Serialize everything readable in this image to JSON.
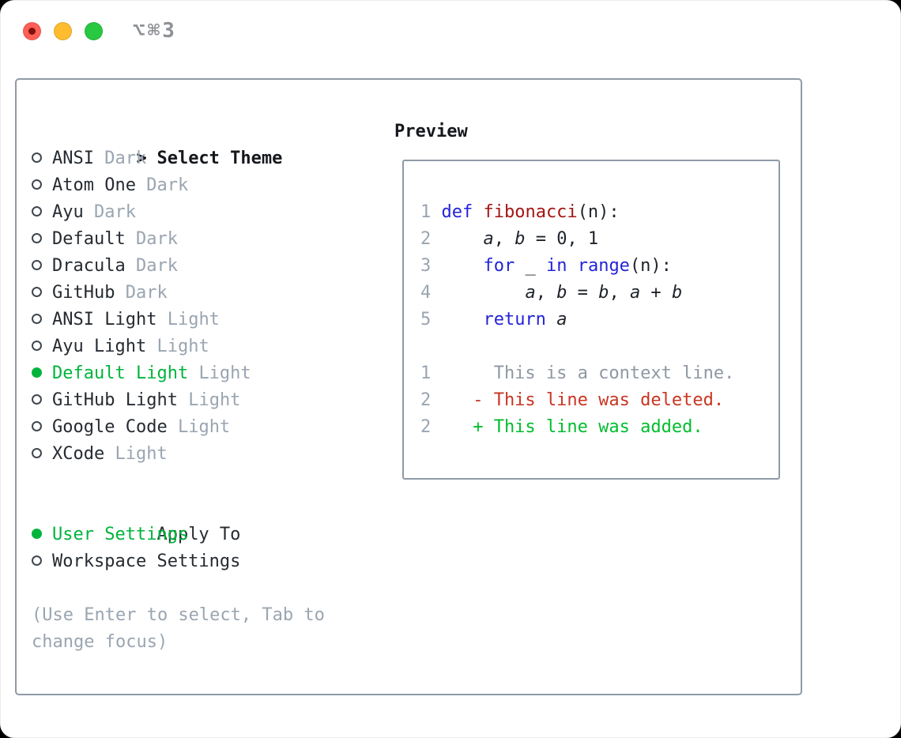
{
  "titlebar": {
    "title": "⌥⌘3",
    "buttons": [
      "close",
      "minimize",
      "zoom"
    ]
  },
  "colors": {
    "accent-green": "#00b43c",
    "diff-added-green": "#02bd2f",
    "diff-deleted-red": "#c93522",
    "context-gray": "#8f98a3",
    "keyword-blue": "#2323d9",
    "function-red": "#a31515",
    "muted-gray": "#9aa5b1",
    "text-dark": "#262b31",
    "panel-border": "#8f9aa7",
    "traffic-red": "#ff5f57",
    "traffic-yellow": "#febc2e",
    "traffic-green": "#28c840"
  },
  "theme_menu": {
    "header_marker": ">",
    "header": "Select Theme",
    "items": [
      {
        "name": "ANSI",
        "variant": "Dark",
        "selected": false
      },
      {
        "name": "Atom One",
        "variant": "Dark",
        "selected": false
      },
      {
        "name": "Ayu",
        "variant": "Dark",
        "selected": false
      },
      {
        "name": "Default",
        "variant": "Dark",
        "selected": false
      },
      {
        "name": "Dracula",
        "variant": "Dark",
        "selected": false
      },
      {
        "name": "GitHub",
        "variant": "Dark",
        "selected": false
      },
      {
        "name": "ANSI Light",
        "variant": "Light",
        "selected": false
      },
      {
        "name": "Ayu Light",
        "variant": "Light",
        "selected": false
      },
      {
        "name": "Default Light",
        "variant": "Light",
        "selected": true
      },
      {
        "name": "GitHub Light",
        "variant": "Light",
        "selected": false
      },
      {
        "name": "Google Code",
        "variant": "Light",
        "selected": false
      },
      {
        "name": "XCode",
        "variant": "Light",
        "selected": false
      }
    ],
    "apply_to": {
      "header": "Apply To",
      "options": [
        {
          "label": "User Settings",
          "selected": true
        },
        {
          "label": "Workspace Settings",
          "selected": false
        }
      ]
    },
    "help_text": "(Use Enter to select, Tab to change focus)"
  },
  "preview": {
    "label": "Preview",
    "code_lines": [
      {
        "num": "1",
        "tokens": [
          [
            "kw",
            "def"
          ],
          [
            "pl",
            " "
          ],
          [
            "fn",
            "fibonacci"
          ],
          [
            "pl",
            "(n):"
          ]
        ]
      },
      {
        "num": "2",
        "tokens": [
          [
            "pl",
            "    "
          ],
          [
            "var",
            "a"
          ],
          [
            "pl",
            ", "
          ],
          [
            "var",
            "b"
          ],
          [
            "pl",
            " = 0, 1"
          ]
        ]
      },
      {
        "num": "3",
        "tokens": [
          [
            "pl",
            "    "
          ],
          [
            "kw",
            "for"
          ],
          [
            "pl",
            " _ "
          ],
          [
            "kw",
            "in"
          ],
          [
            "pl",
            " "
          ],
          [
            "kw",
            "range"
          ],
          [
            "pl",
            "(n):"
          ]
        ]
      },
      {
        "num": "4",
        "tokens": [
          [
            "pl",
            "        "
          ],
          [
            "var",
            "a"
          ],
          [
            "pl",
            ", "
          ],
          [
            "var",
            "b"
          ],
          [
            "pl",
            " = "
          ],
          [
            "var",
            "b"
          ],
          [
            "pl",
            ", "
          ],
          [
            "var",
            "a"
          ],
          [
            "pl",
            " + "
          ],
          [
            "var",
            "b"
          ]
        ]
      },
      {
        "num": "5",
        "tokens": [
          [
            "pl",
            "    "
          ],
          [
            "kw",
            "return"
          ],
          [
            "pl",
            " "
          ],
          [
            "var",
            "a"
          ]
        ]
      }
    ],
    "diff_lines": [
      {
        "num": "1",
        "type": "context",
        "text": "     This is a context line."
      },
      {
        "num": "2",
        "type": "deleted",
        "text": "   - This line was deleted."
      },
      {
        "num": "2",
        "type": "added",
        "text": "   + This line was added."
      }
    ]
  }
}
